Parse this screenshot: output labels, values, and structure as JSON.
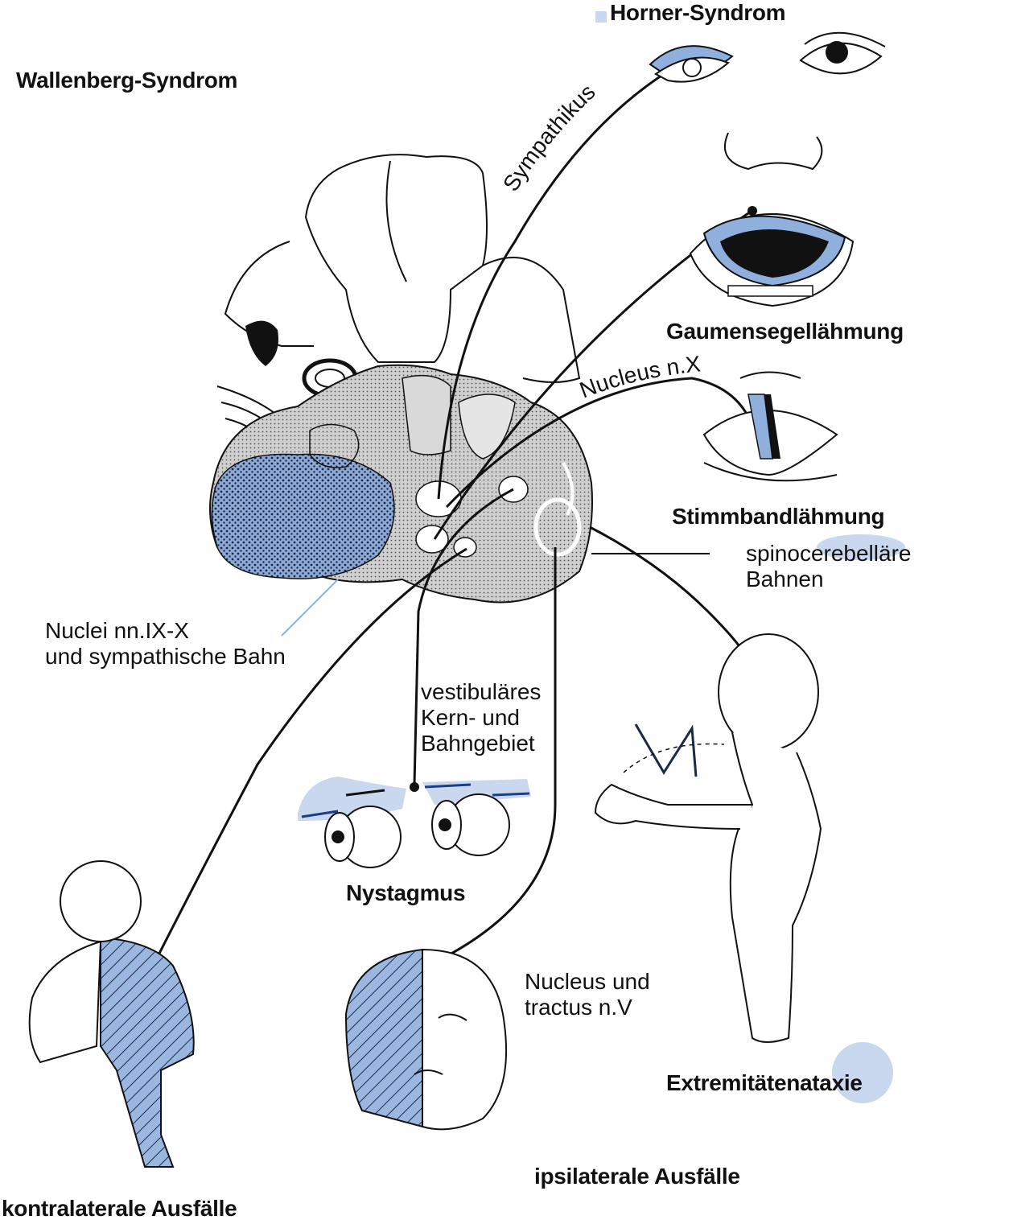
{
  "title": "Wallenberg-Syndrom",
  "labels": {
    "horner": "Horner-Syndrom",
    "sympathikus": "Sympathikus",
    "gaumensegel": "Gaumensegellähmung",
    "nucleus_x": "Nucleus n.X",
    "stimmband": "Stimmbandlähmung",
    "spinocerebellar_1": "spinocerebelläre",
    "spinocerebellar_2": "Bahnen",
    "nuclei_1": "Nuclei nn.IX-X",
    "nuclei_2": "und sympathische Bahn",
    "vestibular_1": "vestibuläres",
    "vestibular_2": "Kern- und",
    "vestibular_3": "Bahngebiet",
    "nystagmus": "Nystagmus",
    "nucleus_v_1": "Nucleus und",
    "nucleus_v_2": "tractus n.V",
    "ataxie": "Extremitätenataxie",
    "ipsilateral": "ipsilaterale Ausfälle",
    "kontralateral": "kontralaterale Ausfälle"
  },
  "colors": {
    "accent_blue": "#8fb0dc",
    "light_blue": "#c9d8ef",
    "ink": "#111111",
    "stipple": "#6f8fc4"
  }
}
